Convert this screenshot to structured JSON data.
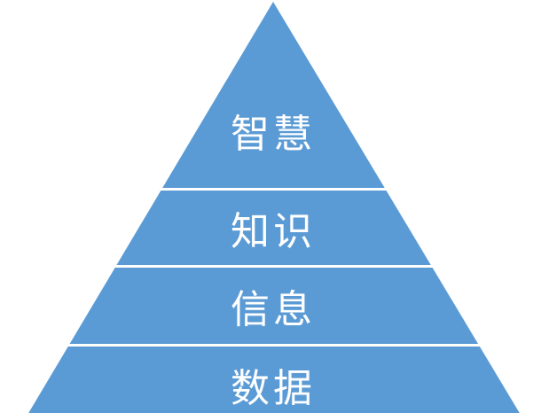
{
  "colors": {
    "fill": "#5b9bd5",
    "separator": "#ffffff",
    "text": "#ffffff"
  },
  "levels": [
    {
      "label": "智慧"
    },
    {
      "label": "知识"
    },
    {
      "label": "信息"
    },
    {
      "label": "数据"
    }
  ]
}
